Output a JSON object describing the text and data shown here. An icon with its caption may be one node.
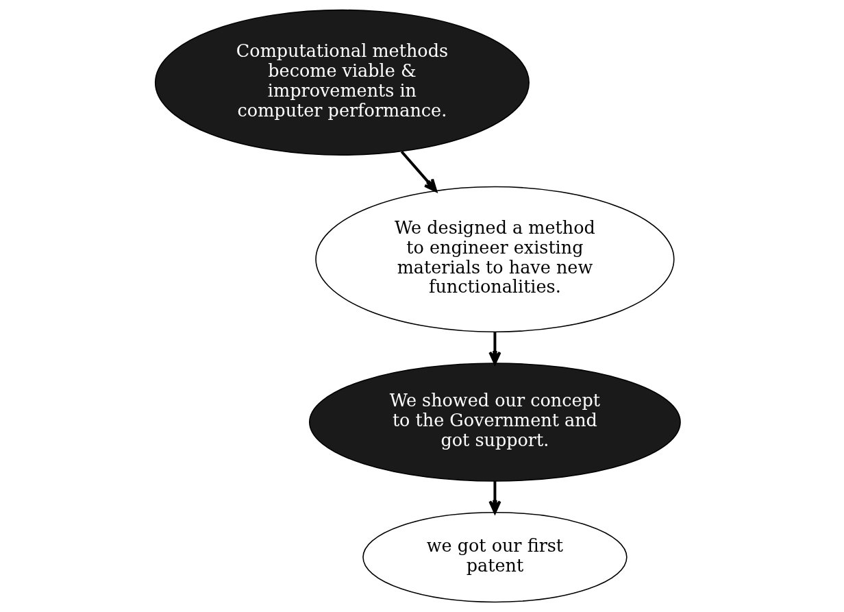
{
  "diagram": {
    "nodes": [
      {
        "text": [
          "Computational methods become viable & improvements in computer performance."
        ]
      },
      {
        "text": [
          "We designed a method to engineer existing materials to have new functionalities."
        ]
      },
      {
        "text": [
          "We showed our concept to the Government and got support."
        ]
      },
      {
        "text": [
          "we got our first patent"
        ]
      }
    ],
    "edges": [
      {
        "from": 0,
        "to": 1,
        "arrow": "to"
      },
      {
        "from": 1,
        "to": 2,
        "arrow": "to"
      },
      {
        "from": 2,
        "to": 3,
        "arrow": "to"
      }
    ]
  }
}
